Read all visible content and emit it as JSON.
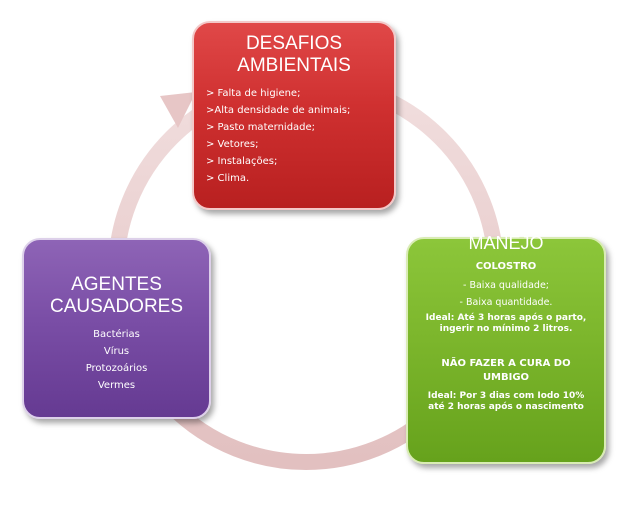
{
  "desafios": {
    "title_line1": "DESAFIOS",
    "title_line2": "AMBIENTAIS",
    "items": [
      "> Falta de higiene;",
      ">Alta densidade de animais;",
      "> Pasto maternidade;",
      "> Vetores;",
      "> Instalações;",
      "> Clima."
    ]
  },
  "manejo": {
    "title": "MANEJO",
    "colostro_title": "COLOSTRO",
    "colostro_items": [
      "- Baixa qualidade;",
      "- Baixa quantidade."
    ],
    "ideal_line1": "Ideal: Até 3 horas após o parto,",
    "ideal_line2": "ingerir no mínimo 2 litros.",
    "umbigo_line1": "NÃO FAZER A CURA DO",
    "umbigo_line2": "UMBIGO",
    "umbigo_ideal_line1": "Ideal: Por 3 dias com Iodo 10%",
    "umbigo_ideal_line2": "até 2 horas após o nascimento"
  },
  "agentes": {
    "title_line1": "AGENTES",
    "title_line2": "CAUSADORES",
    "items": [
      "Bactérias",
      "Vírus",
      "Protozoários",
      "Vermes"
    ]
  },
  "colors": {
    "ring": "#e8cccc",
    "desafios": "#cf3030",
    "manejo": "#7cb62c",
    "agentes": "#7a4ea6"
  }
}
